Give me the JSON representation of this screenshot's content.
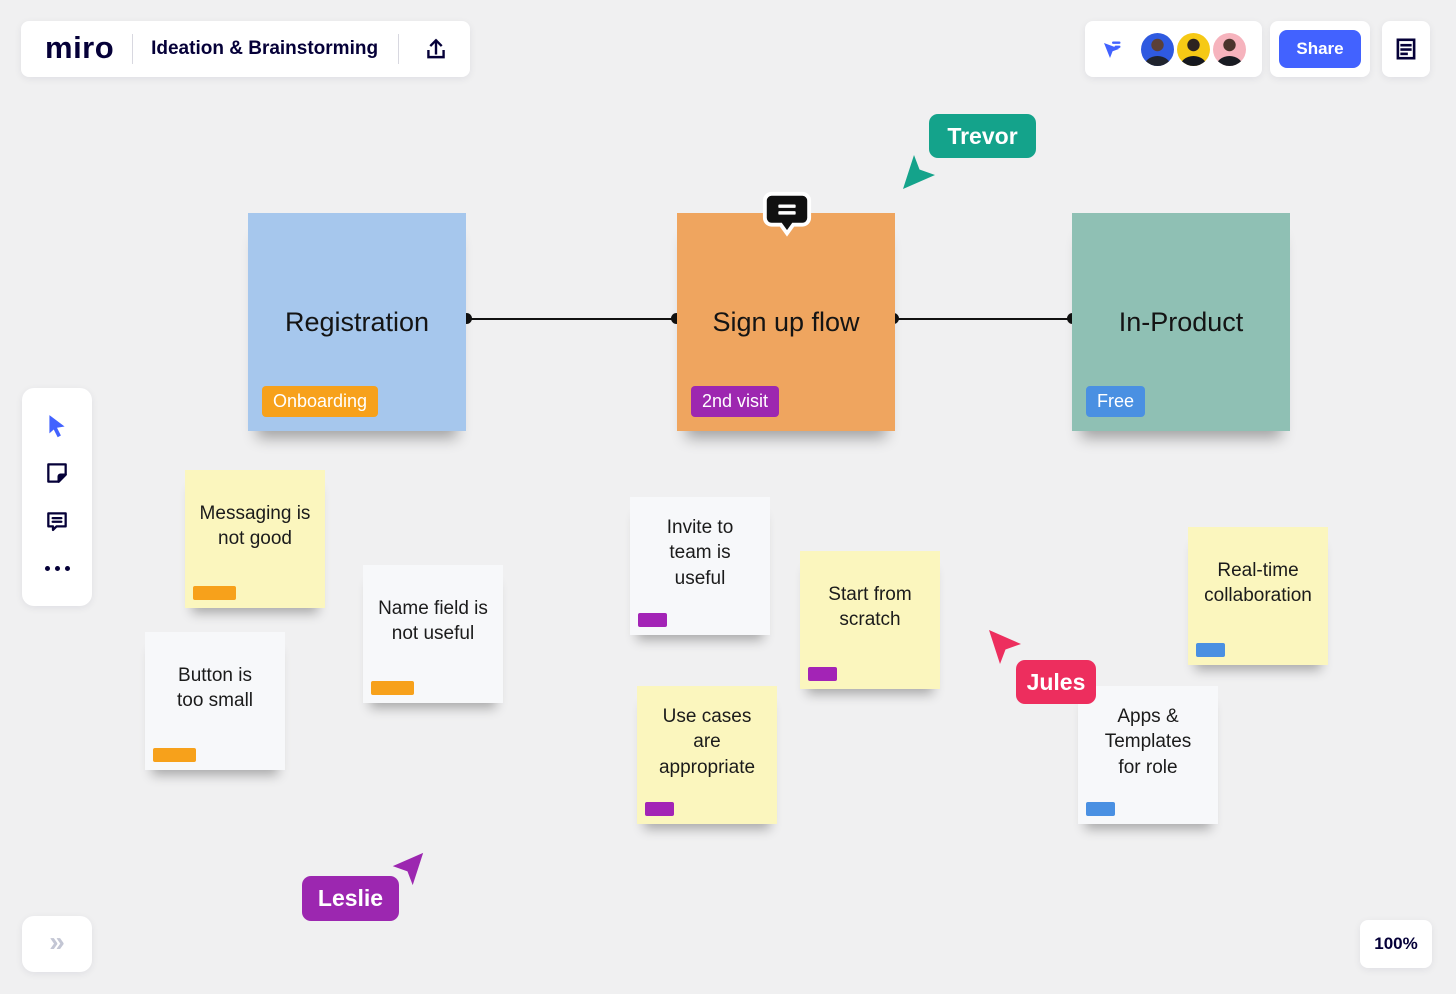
{
  "header": {
    "logo": "miro",
    "board_title": "Ideation & Brainstorming",
    "share_label": "Share"
  },
  "colors": {
    "accent_blue": "#4262ff",
    "navy": "#050038",
    "background": "#f0f0f1"
  },
  "collaborators": [
    {
      "label": "avatar-blue",
      "bg": "#2f5ae0"
    },
    {
      "label": "avatar-yellow",
      "bg": "#f6c915"
    },
    {
      "label": "avatar-pink",
      "bg": "#f6b3bd"
    }
  ],
  "cards": [
    {
      "title": "Registration",
      "tag": "Onboarding",
      "bg": "#a6c7ed",
      "tag_bg": "#f7a11b"
    },
    {
      "title": "Sign up flow",
      "tag": "2nd visit",
      "bg": "#efa55f",
      "tag_bg": "#9d27b0",
      "has_comment_marker": true
    },
    {
      "title": "In-Product",
      "tag": "Free",
      "bg": "#8fc0b4",
      "tag_bg": "#4a90e2"
    }
  ],
  "stickies": [
    {
      "text": "Messaging is\nnot good",
      "bg": "#fbf6be",
      "bar": "#f7a11b"
    },
    {
      "text": "Name field is\nnot useful",
      "bg": "#f7f8fa",
      "bar": "#f7a11b"
    },
    {
      "text": "Button is\ntoo small",
      "bg": "#f7f8fa",
      "bar": "#f7a11b"
    },
    {
      "text": "Invite to\nteam is\nuseful",
      "bg": "#f7f8fa",
      "bar": "#a324b6"
    },
    {
      "text": "Start from\nscratch",
      "bg": "#fbf6be",
      "bar": "#a324b6"
    },
    {
      "text": "Use cases\nare\nappropriate",
      "bg": "#fbf6be",
      "bar": "#a324b6"
    },
    {
      "text": "Apps &\nTemplates\nfor role",
      "bg": "#f7f8fa",
      "bar": "#4a90e2"
    },
    {
      "text": "Real-time\ncollaboration",
      "bg": "#fbf6be",
      "bar": "#4a90e2"
    }
  ],
  "cursors": [
    {
      "name": "Trevor",
      "color": "#14a38b"
    },
    {
      "name": "Jules",
      "color": "#ed2e5e"
    },
    {
      "name": "Leslie",
      "color": "#9c27b0"
    }
  ],
  "footer": {
    "zoom_level": "100%",
    "expand_glyph": "»"
  }
}
